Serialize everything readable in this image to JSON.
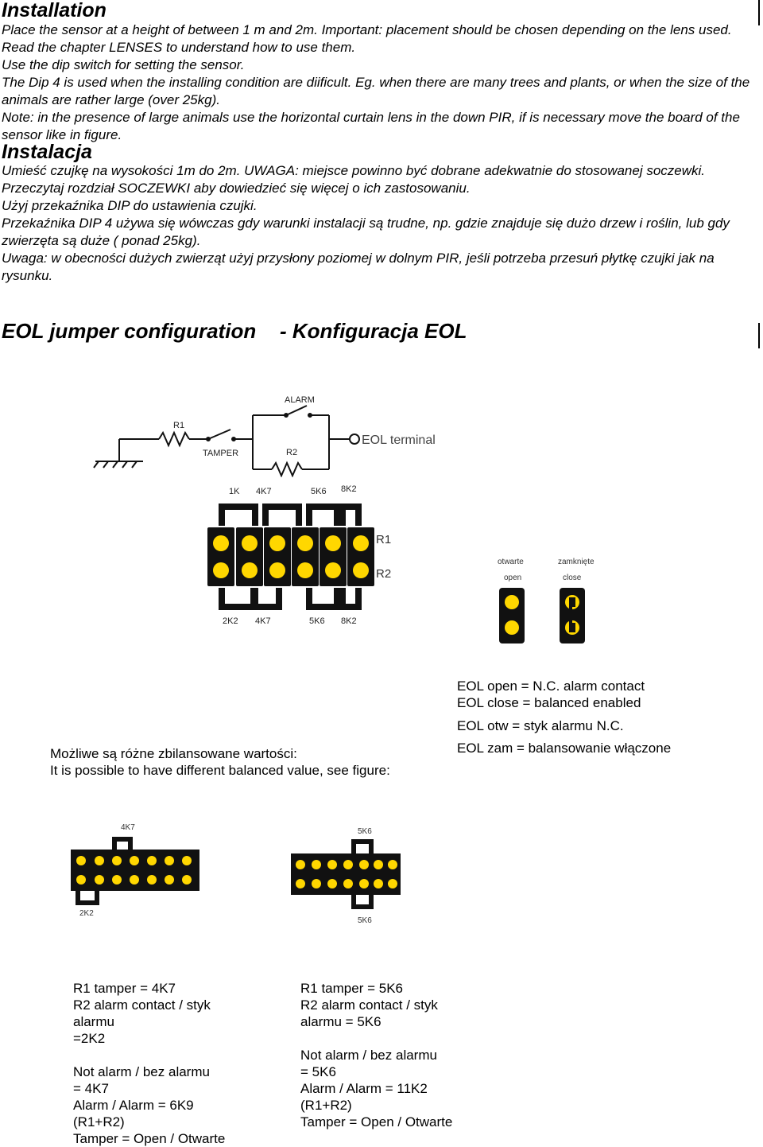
{
  "installation": {
    "title": "Installation",
    "paragraphs": [
      "Place the sensor at a height of between 1 m and 2m. Important: placement should be chosen depending on the lens used. Read the chapter LENSES to understand how to use them.",
      "Use the dip switch for setting the sensor.",
      "The Dip 4 is used when the installing condition are diificult. Eg. when there are many trees and plants, or when the size of the animals are rather large (over 25kg).",
      "Note: in the presence of large animals use the horizontal curtain lens in the down PIR, if is necessary move the board of the sensor like in figure."
    ]
  },
  "instalacja": {
    "title": "Instalacja",
    "paragraphs": [
      "Umieść czujkę na wysokości 1m do 2m. UWAGA: miejsce powinno być dobrane adekwatnie do stosowanej soczewki. Przeczytaj rozdział SOCZEWKI aby dowiedzieć się więcej o ich zastosowaniu.",
      "Użyj przekaźnika DIP do ustawienia czujki.",
      "Przekaźnika DIP 4 używa się wówczas gdy warunki instalacji są trudne, np. gdzie znajduje się dużo drzew i roślin, lub gdy zwierzęta są duże ( ponad 25kg).",
      "Uwaga: w obecności dużych zwierząt użyj przysłony poziomej w dolnym PIR, jeśli potrzeba przesuń płytkę czujki jak na rysunku."
    ]
  },
  "eol": {
    "title_en": "EOL jumper configuration",
    "title_pl": "- Konfiguracja EOL"
  },
  "circuit": {
    "r1": "R1",
    "tamper": "TAMPER",
    "alarm": "ALARM",
    "r2": "R2",
    "terminal": "EOL terminal"
  },
  "jumper_block": {
    "top_labels": [
      "1K",
      "4K7",
      "5K6",
      "8K2"
    ],
    "bottom_labels": [
      "2K2",
      "4K7",
      "5K6",
      "8K2"
    ],
    "row_labels": [
      "R1",
      "R2"
    ],
    "pad_color": "#ffd700",
    "block_color": "#000000"
  },
  "open_close": {
    "open_pl": "otwarte",
    "open_en": "open",
    "close_pl": "zamknięte",
    "close_en": "close"
  },
  "eol_notes": [
    "EOL open = N.C. alarm contact",
    "EOL close = balanced enabled",
    "EOL otw = styk alarmu N.C.",
    "EOL zam = balansowanie włączone"
  ],
  "balanced_note": {
    "pl": "Możliwe są różne zbilansowane wartości:",
    "en": "It is possible to have different balanced value, see figure:"
  },
  "example_a": {
    "top_label": "4K7",
    "bottom_label": "2K2",
    "text": "R1 tamper = 4K7\nR2 alarm contact / styk\nalarmu\n=2K2\n\nNot alarm / bez alarmu\n= 4K7\nAlarm / Alarm = 6K9\n(R1+R2)\nTamper = Open / Otwarte"
  },
  "example_b": {
    "top_label": "5K6",
    "bottom_label": "5K6",
    "text": "R1 tamper = 5K6\nR2 alarm contact / styk\nalarmu = 5K6\n\nNot alarm / bez alarmu\n= 5K6\nAlarm / Alarm = 11K2\n(R1+R2)\nTamper = Open / Otwarte"
  }
}
